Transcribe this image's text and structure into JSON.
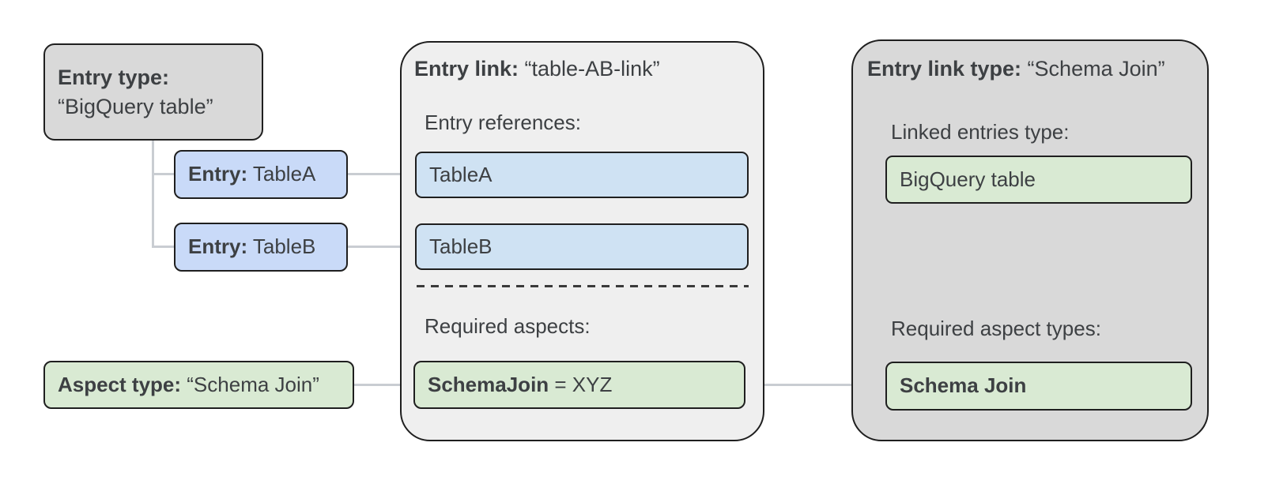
{
  "palette": {
    "background": "#ffffff",
    "gray_fill": "#d9d9d9",
    "panel_fill": "#efefef",
    "entry_blue_fill": "#c9daf8",
    "reference_blue_fill": "#cfe2f3",
    "green_fill": "#d9ead3",
    "border": "#1f1f1f",
    "text": "#3d4043",
    "connector": "#c9cdd2",
    "dash": "#3a3a3a"
  },
  "left_column": {
    "entry_type_box": {
      "bold": "Entry type:",
      "rest": "“BigQuery table”"
    },
    "entries": [
      {
        "bold": "Entry:",
        "rest": " TableA"
      },
      {
        "bold": "Entry:",
        "rest": " TableB"
      }
    ],
    "aspect_type_box": {
      "bold": "Aspect type:",
      "rest": " “Schema Join”"
    }
  },
  "entry_link_panel": {
    "title": {
      "bold": "Entry link:",
      "rest": " “table-AB-link”"
    },
    "entry_references_label": "Entry references:",
    "references": [
      "TableA",
      "TableB"
    ],
    "required_aspects_label": "Required aspects:",
    "required_aspect": {
      "bold": "SchemaJoin",
      "rest": " = XYZ"
    }
  },
  "entry_link_type_panel": {
    "title": {
      "bold": "Entry link type:",
      "rest": " “Schema Join”"
    },
    "linked_entries_type_label": "Linked entries type:",
    "linked_entries_type_value": "BigQuery table",
    "required_aspect_types_label": "Required aspect types:",
    "required_aspect_type_value": "Schema Join"
  }
}
